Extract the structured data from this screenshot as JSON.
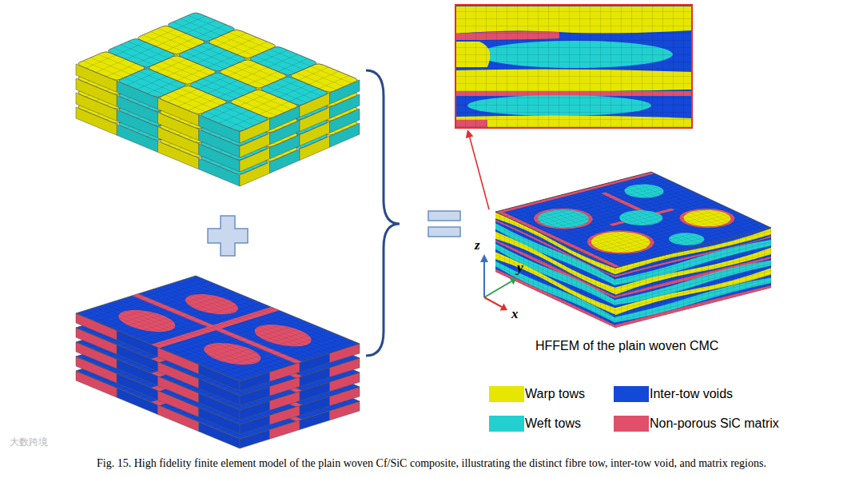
{
  "diagram": {
    "caption": "Fig. 15. High fidelity finite element model of the plain woven Cf/SiC composite, illustrating the distinct fibre tow, inter-tow void, and matrix regions.",
    "labels": [
      "z",
      "y",
      "x",
      "HFFEM of the plain woven CMC",
      "大数跨境"
    ],
    "legend": [
      {
        "text": "Warp tows",
        "color": "#e6e600"
      },
      {
        "text": "Inter-tow voids",
        "color": "#1448d8"
      },
      {
        "text": "Weft tows",
        "color": "#22d0d0"
      },
      {
        "text": "Non-porous SiC matrix",
        "color": "#e0506a"
      }
    ]
  }
}
